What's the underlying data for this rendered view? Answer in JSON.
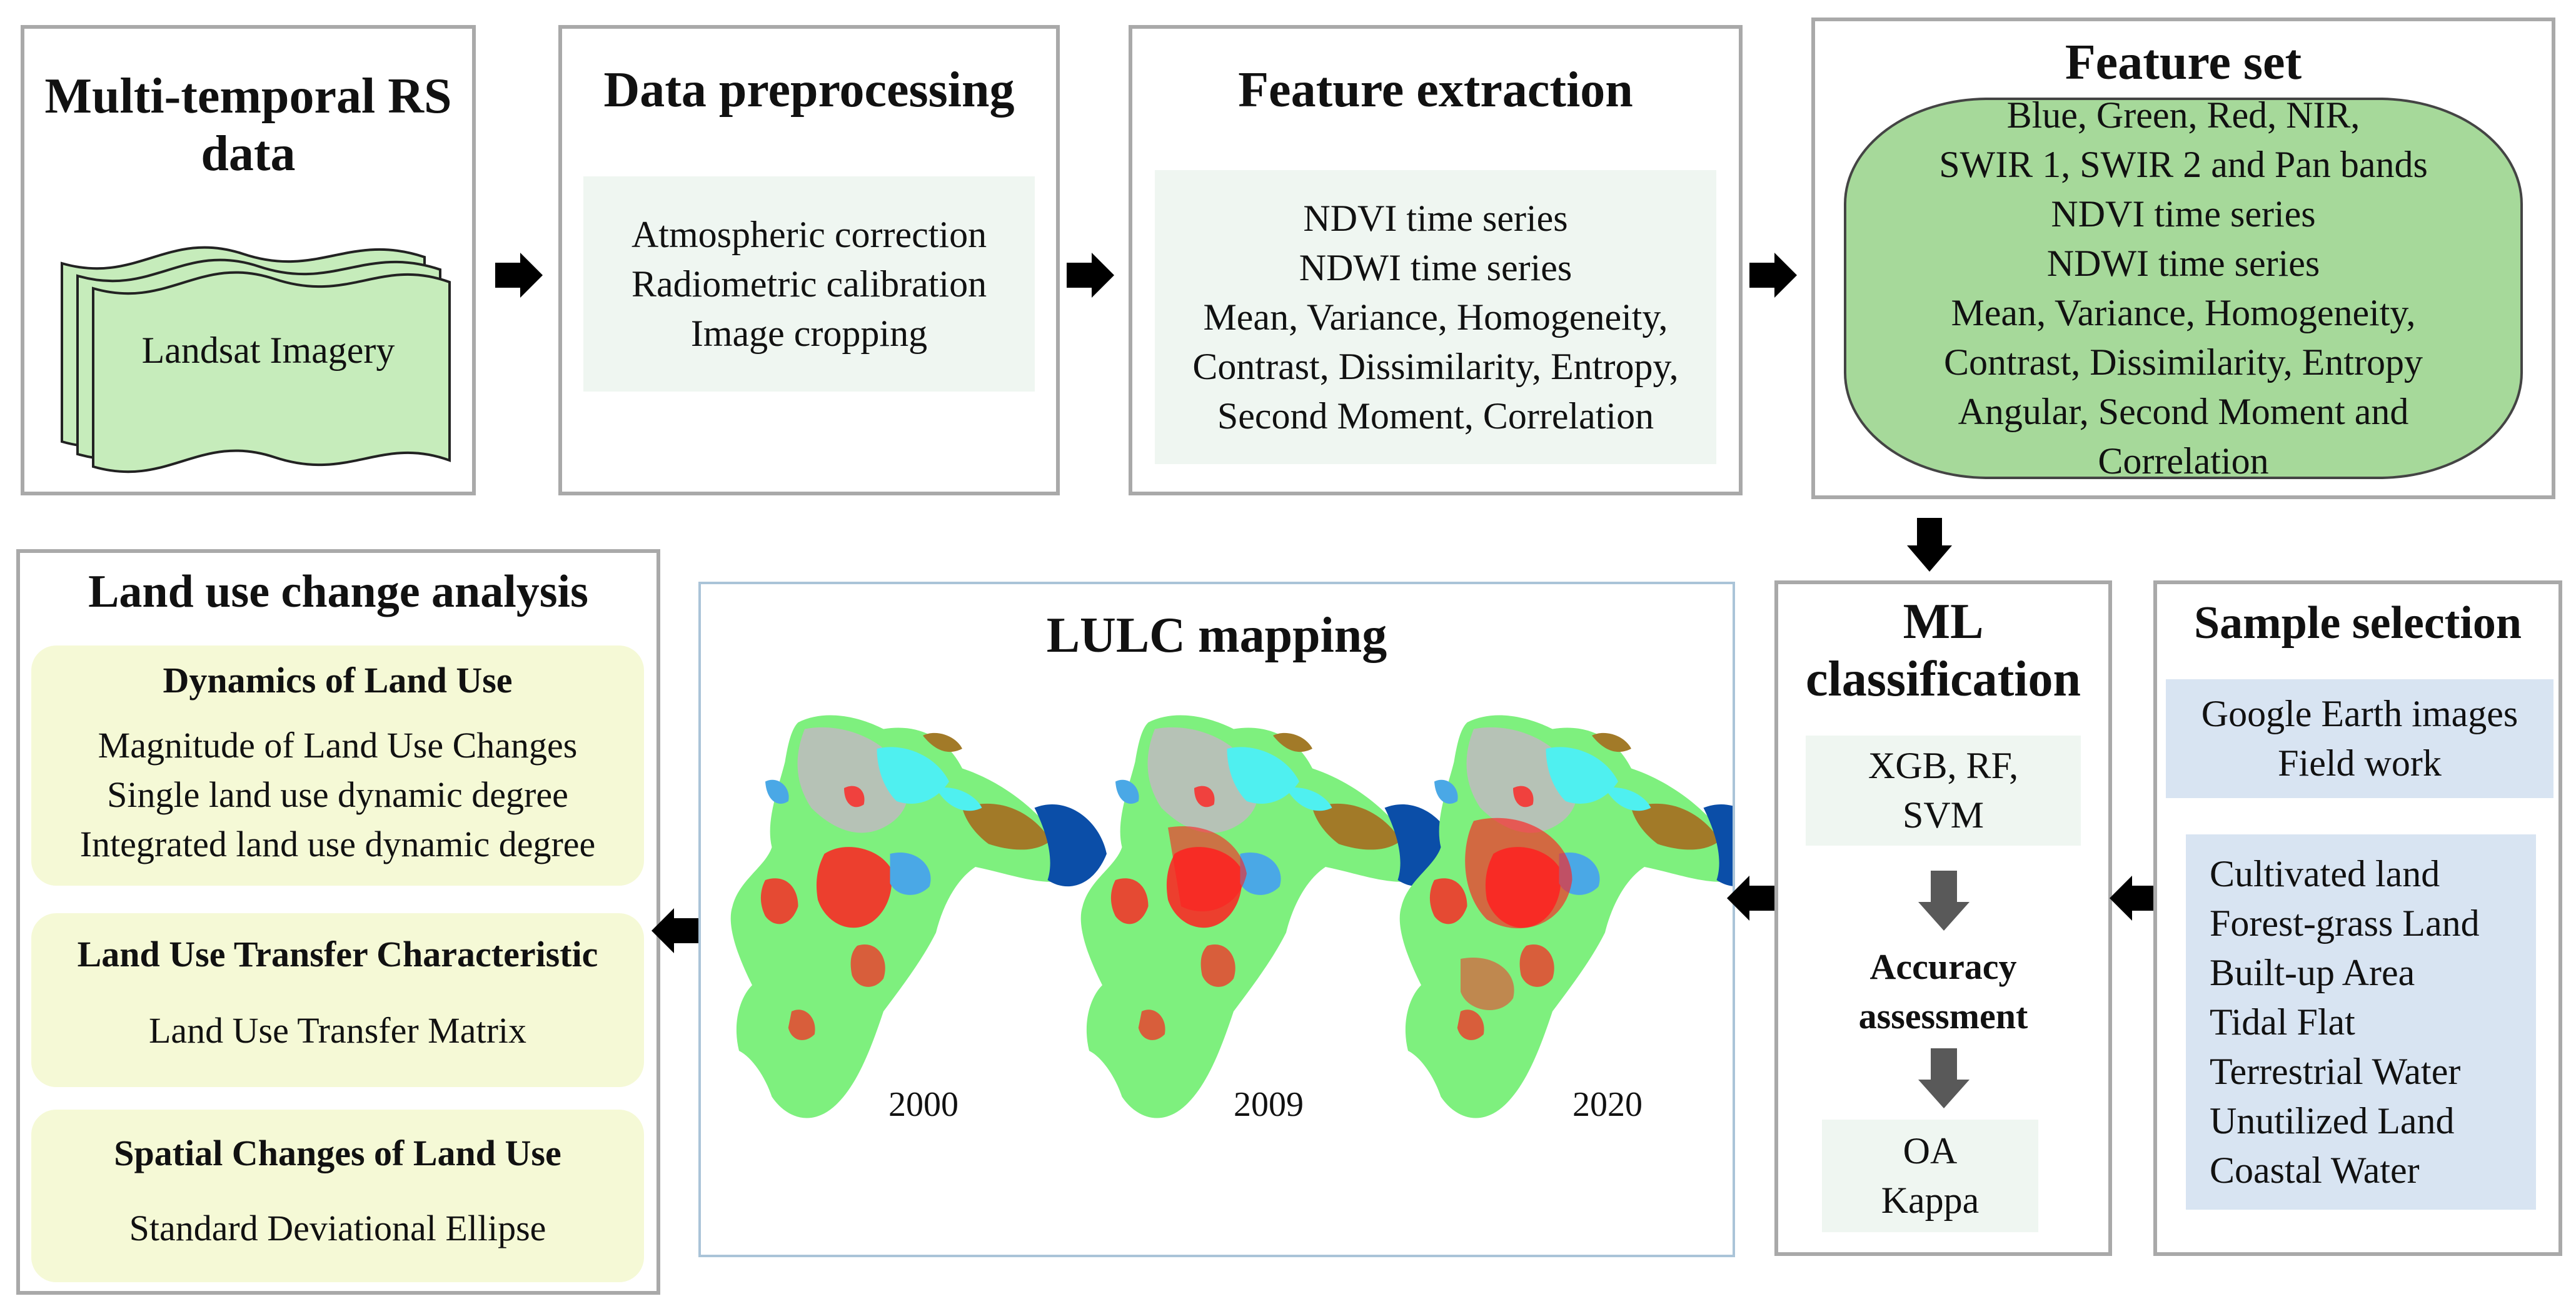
{
  "panels": {
    "rs_data": {
      "title_line1": "Multi-temporal RS",
      "title_line2": "data",
      "imagery_label": "Landsat Imagery"
    },
    "preprocessing": {
      "title": "Data preprocessing",
      "items": [
        "Atmospheric correction",
        "Radiometric calibration",
        "Image cropping"
      ]
    },
    "feature_extraction": {
      "title": "Feature extraction",
      "items": [
        "NDVI time series",
        "NDWI time series",
        "Mean, Variance, Homogeneity,",
        "Contrast, Dissimilarity, Entropy,",
        "Second Moment, Correlation"
      ]
    },
    "feature_set": {
      "title": "Feature set",
      "items": [
        "Blue, Green, Red, NIR,",
        "SWIR 1, SWIR 2 and Pan bands",
        "NDVI time series",
        "NDWI time series",
        "Mean, Variance, Homogeneity,",
        "Contrast, Dissimilarity, Entropy",
        "Angular, Second Moment and",
        "Correlation"
      ]
    },
    "sample_selection": {
      "title": "Sample selection",
      "sources": [
        "Google Earth images",
        "Field work"
      ],
      "classes": [
        "Cultivated land",
        "Forest-grass Land",
        "Built-up Area",
        "Tidal Flat",
        "Terrestrial Water",
        "Unutilized Land",
        "Coastal Water"
      ]
    },
    "ml_classification": {
      "title_line1": "ML",
      "title_line2": "classification",
      "methods": [
        "XGB, RF,",
        "SVM"
      ],
      "accuracy_line1": "Accuracy",
      "accuracy_line2": "assessment",
      "metrics": [
        "OA",
        "Kappa"
      ]
    },
    "lulc_mapping": {
      "title": "LULC mapping",
      "years": [
        "2000",
        "2009",
        "2020"
      ]
    },
    "land_use_change": {
      "title": "Land use change analysis",
      "dynamics": {
        "heading": "Dynamics of Land Use",
        "items": [
          "Magnitude of Land Use Changes",
          "Single land use dynamic degree",
          "Integrated land use dynamic degree"
        ]
      },
      "transfer": {
        "heading": "Land Use Transfer Characteristic",
        "items": [
          "Land Use Transfer Matrix"
        ]
      },
      "spatial": {
        "heading": "Spatial Changes of Land Use",
        "items": [
          "Standard Deviational Ellipse"
        ]
      }
    }
  },
  "colors": {
    "panel_border": "#a9a9a9",
    "map_panel_border": "#aac4d8",
    "mint_fill": "#eff6f1",
    "feature_set_fill": "#a6d99a",
    "imagery_fill": "#c6ecbb",
    "blue_fill": "#d8e4f2",
    "lime_fill": "#f5f9d6",
    "arrow_black": "#000000",
    "arrow_gray": "#595959",
    "map_cropland": "#7ef07e",
    "map_builtup": "#ff2020",
    "map_water": "#4aa8e6",
    "map_cyan": "#4ff0f0",
    "map_tidal": "#a27a28",
    "map_coastal": "#0b4ea8",
    "map_unutilized": "#bcbcbc"
  }
}
